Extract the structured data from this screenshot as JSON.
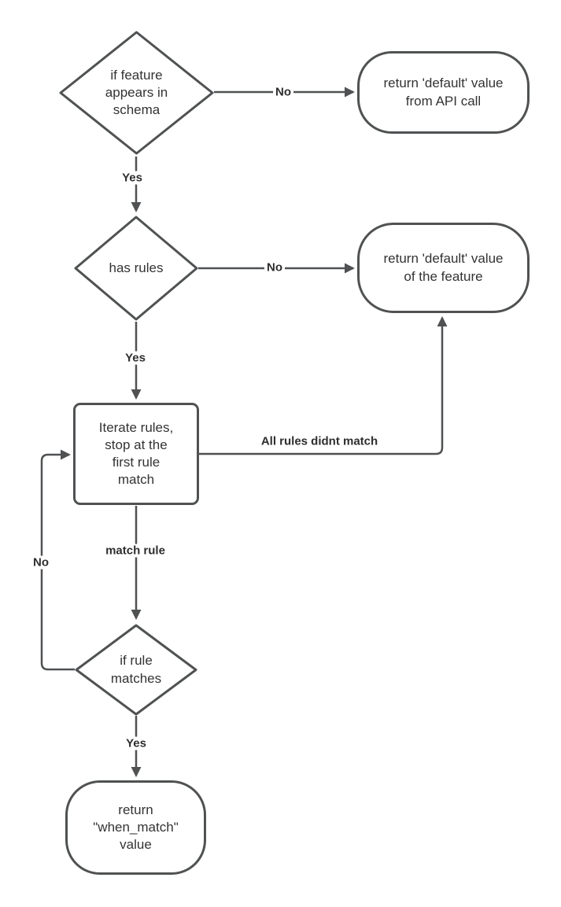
{
  "theme": {
    "bg": "#ffffff",
    "stroke": "#4f5152",
    "node-text": "#333333",
    "label-text": "#2e2e2e"
  },
  "nodes": {
    "feature_in_schema": "if feature\nappears in\nschema",
    "return_default_api": "return 'default' value\nfrom API call",
    "has_rules": "has rules",
    "return_default_feature": "return 'default' value\nof the feature",
    "iterate_rules": "Iterate rules,\nstop at the\nfirst rule\nmatch",
    "rule_matches": "if rule\nmatches",
    "return_when_match": "return\n\"when_match\"\nvalue"
  },
  "edge_labels": {
    "feature_no": "No",
    "feature_yes": "Yes",
    "rules_no": "No",
    "rules_yes": "Yes",
    "all_rules_didnt_match": "All rules didnt match",
    "match_rule": "match rule",
    "loop_no": "No",
    "match_yes": "Yes"
  }
}
